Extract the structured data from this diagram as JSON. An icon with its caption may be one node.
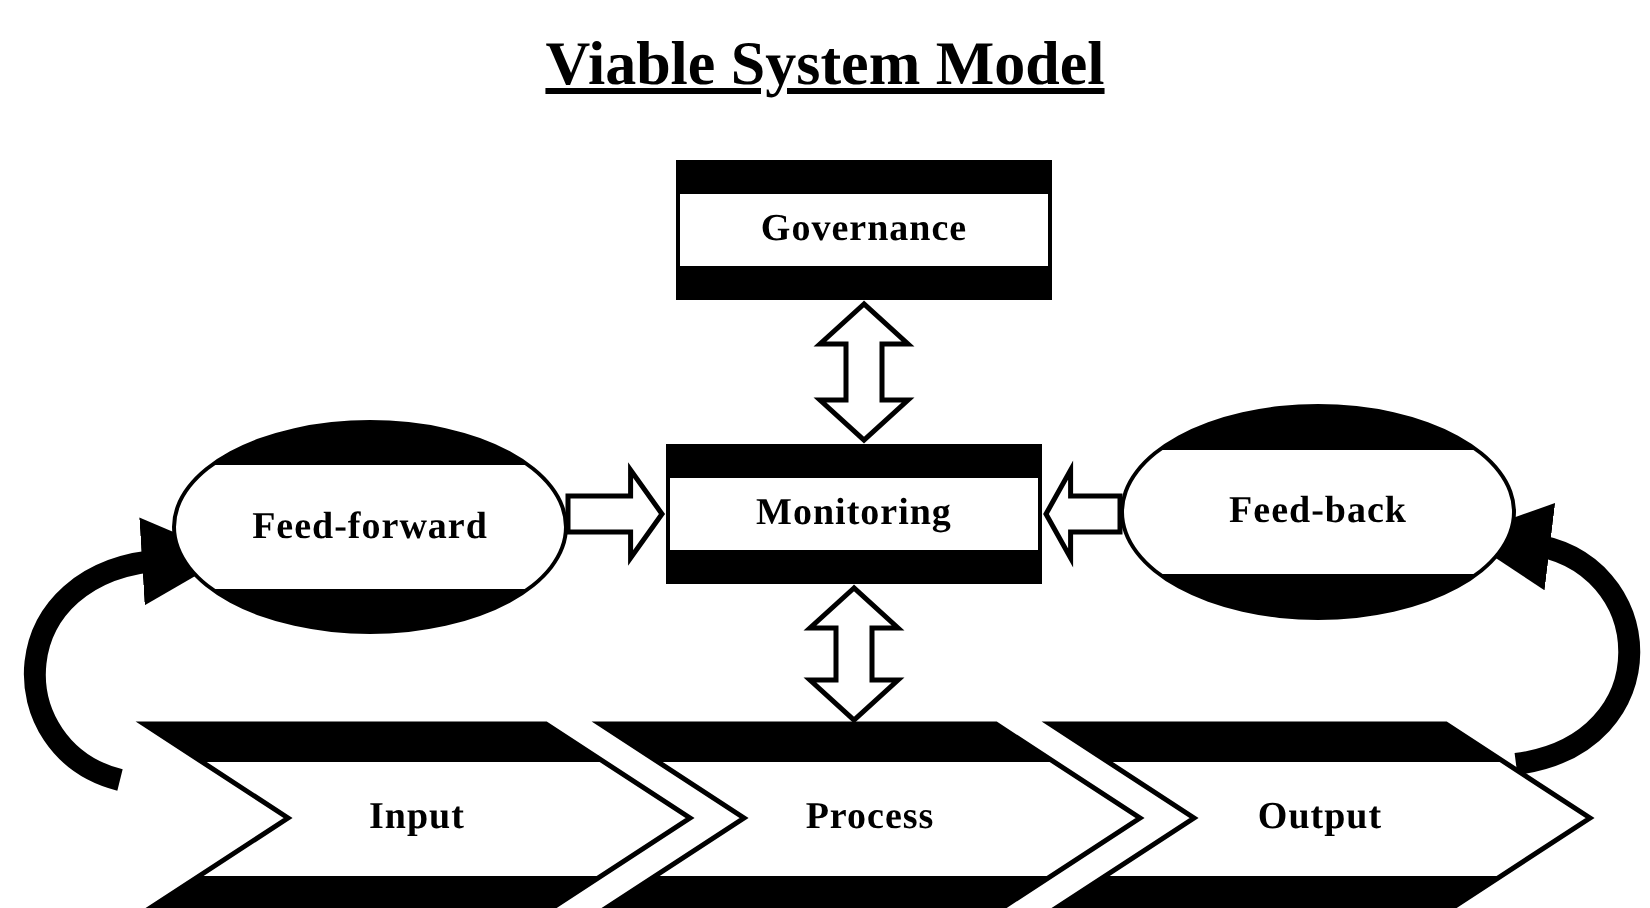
{
  "diagram": {
    "title": "Viable System Model",
    "nodes": [
      {
        "text": [
          "Governance"
        ]
      },
      {
        "text": [
          "Feed-forward"
        ]
      },
      {
        "text": [
          "Monitoring"
        ]
      },
      {
        "text": [
          "Feed-back"
        ]
      },
      {
        "text": [
          "Input"
        ]
      },
      {
        "text": [
          "Process"
        ]
      },
      {
        "text": [
          "Output"
        ]
      }
    ],
    "edges": [
      {
        "from": 0,
        "to": 2,
        "arrow": "both"
      },
      {
        "from": 1,
        "to": 2,
        "arrow": "to"
      },
      {
        "from": 3,
        "to": 2,
        "arrow": "to"
      },
      {
        "from": 2,
        "to": 5,
        "arrow": "both"
      },
      {
        "from": 4,
        "to": 1,
        "arrow": "to"
      },
      {
        "from": 6,
        "to": 3,
        "arrow": "to"
      }
    ]
  }
}
